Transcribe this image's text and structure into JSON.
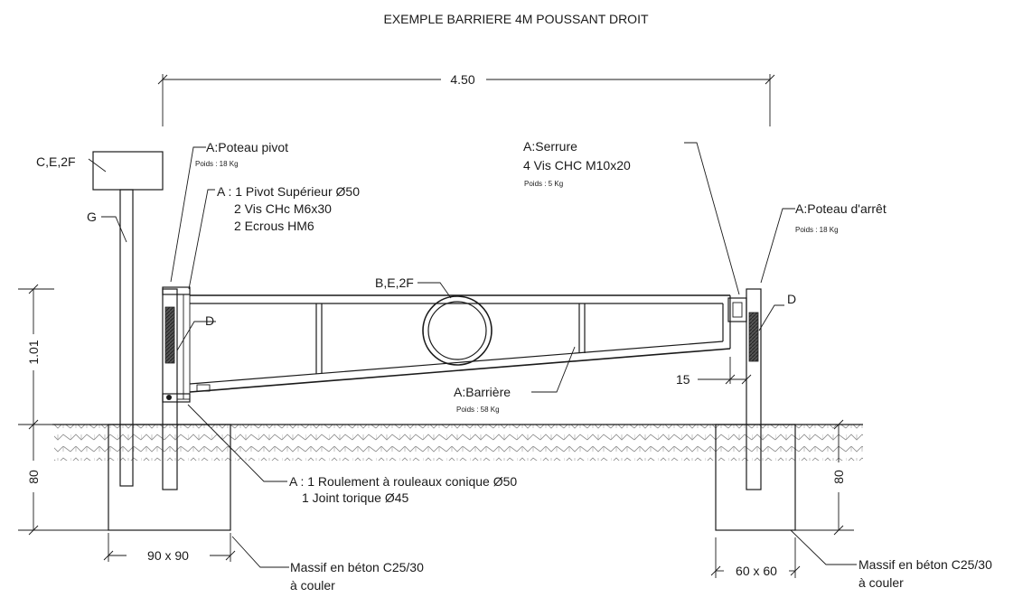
{
  "title": "EXEMPLE BARRIERE 4M POUSSANT DROIT",
  "dimensions": {
    "overall_width": "4.50",
    "height_above_ground": "1.01",
    "depth_left": "80",
    "depth_right": "80",
    "gap": "15",
    "footing_left": "90 x 90",
    "footing_right": "60 x 60"
  },
  "labels": {
    "control_box": "C,E,2F",
    "pole": "G",
    "pivot_post": "A:Poteau pivot",
    "pivot_post_weight": "Poids : 18 Kg",
    "pivot_top_1": "A : 1 Pivot Supérieur Ø50",
    "pivot_top_2": "2 Vis CHc M6x30",
    "pivot_top_3": "2 Ecrous HM6",
    "lock": "A:Serrure",
    "lock_screws": "4 Vis CHC M10x20",
    "lock_weight": "Poids : 5 Kg",
    "stop_post": "A:Poteau d'arrêt",
    "stop_post_weight": "Poids : 18 Kg",
    "light": "B,E,2F",
    "pad_left": "D",
    "pad_right": "D",
    "barrier": "A:Barrière",
    "barrier_weight": "Poids : 58 Kg",
    "bearing_1": "A : 1 Roulement à rouleaux conique  Ø50",
    "bearing_2": "1 Joint torique  Ø45",
    "concrete_left_1": "Massif en béton C25/30",
    "concrete_left_2": "à couler",
    "concrete_right_1": "Massif en béton C25/30",
    "concrete_right_2": "à couler"
  }
}
